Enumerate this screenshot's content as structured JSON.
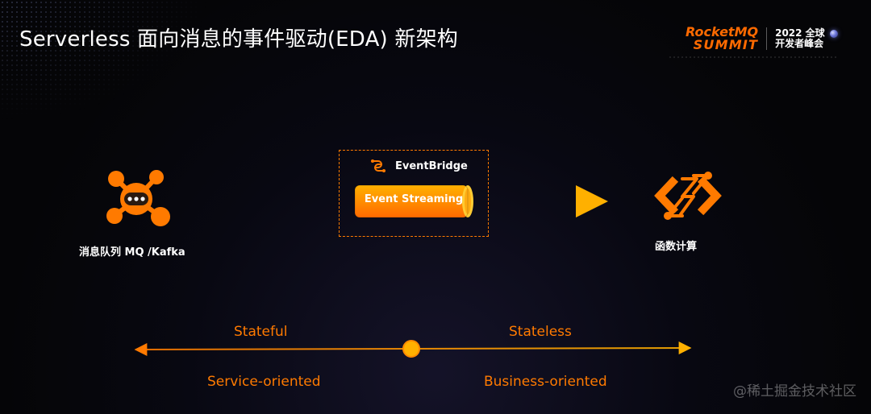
{
  "slide": {
    "title": "Serverless 面向消息的事件驱动(EDA) 新架构"
  },
  "logo": {
    "brand_top": "RocketMQ",
    "brand_bottom": "SUMMIT",
    "event_line1": "2022 全球",
    "event_line2": "开发者峰会"
  },
  "diagram": {
    "left_node": {
      "label": "消息队列 MQ /Kafka",
      "icon": "network-hub-icon"
    },
    "center": {
      "header": "EventBridge",
      "header_icon": "eventbridge-icon",
      "pipe_label": "Event Streaming"
    },
    "right_node": {
      "label": "函数计算",
      "icon": "function-compute-icon"
    }
  },
  "spectrum": {
    "left_top": "Stateful",
    "left_bottom": "Service-oriented",
    "right_top": "Stateless",
    "right_bottom": "Business-oriented"
  },
  "watermark": "@稀土掘金技术社区",
  "colors": {
    "accent": "#ff7a00",
    "accent_bright": "#ffb000",
    "background": "#050507",
    "text": "#ffffff"
  }
}
